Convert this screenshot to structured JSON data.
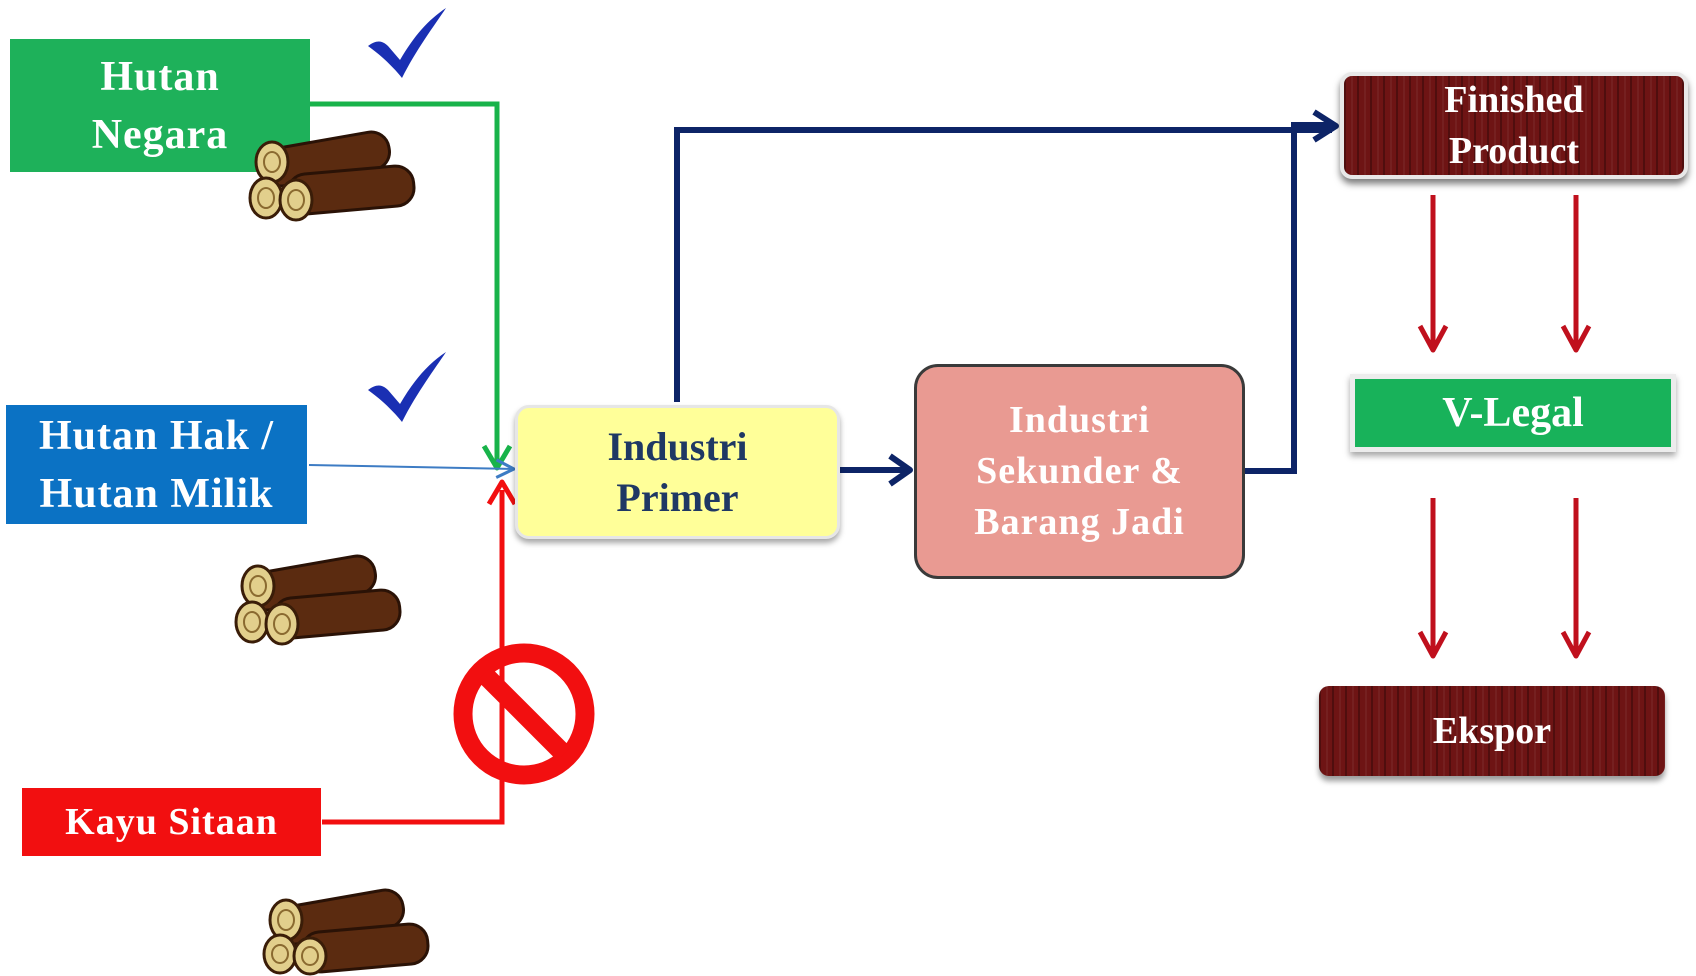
{
  "sources": {
    "hutan_negara": {
      "line1": "Hutan",
      "line2": "Negara"
    },
    "hutan_hak": {
      "line1": "Hutan Hak /",
      "line2": "Hutan Milik"
    },
    "kayu_sitaan": {
      "label": "Kayu Sitaan"
    }
  },
  "process": {
    "industri_primer": {
      "line1": "Industri",
      "line2": "Primer"
    },
    "industri_sekunder": {
      "line1": "Industri",
      "line2": "Sekunder &",
      "line3": "Barang Jadi"
    }
  },
  "outputs": {
    "finished_product": {
      "line1": "Finished",
      "line2": "Product"
    },
    "v_legal": {
      "label": "V-Legal"
    },
    "ekspor": {
      "label": "Ekspor"
    }
  },
  "icons": [
    "check-icon",
    "check-icon",
    "prohibited-icon",
    "log-pile-icon",
    "log-pile-icon",
    "log-pile-icon"
  ],
  "colors": {
    "hutan_negara": "#1eb15a",
    "hutan_hak": "#0b72c4",
    "kayu_sitaan": "#f20f10",
    "industri_primer": "#ffff99",
    "industri_sekunder": "#e99a92",
    "wood": "#6e1414",
    "v_legal": "#18b25a",
    "navy_arrow": "#0d2467",
    "red_arrow": "#c0101d"
  }
}
